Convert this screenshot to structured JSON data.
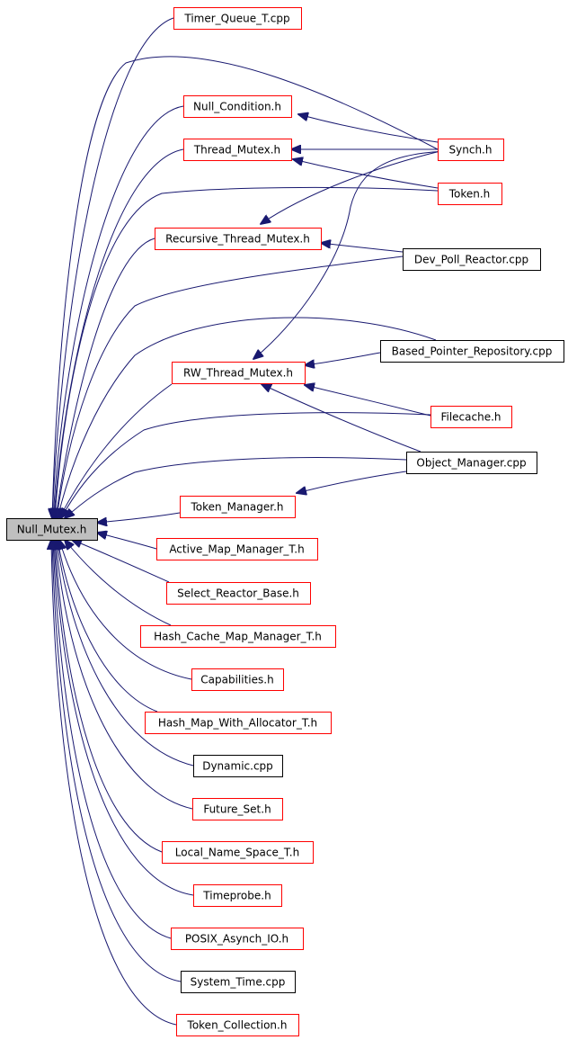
{
  "colors": {
    "edge": "#191970",
    "linked_border": "#ff0000",
    "plain_border": "#000000",
    "root_fill": "#bfbfbf",
    "background": "#ffffff"
  },
  "nodes": [
    {
      "id": "null_mutex",
      "label": "Null_Mutex.h",
      "kind": "root"
    },
    {
      "id": "timer_queue",
      "label": "Timer_Queue_T.cpp",
      "kind": "linked"
    },
    {
      "id": "null_condition",
      "label": "Null_Condition.h",
      "kind": "linked"
    },
    {
      "id": "thread_mutex",
      "label": "Thread_Mutex.h",
      "kind": "linked"
    },
    {
      "id": "recursive_thread_mutex",
      "label": "Recursive_Thread_Mutex.h",
      "kind": "linked"
    },
    {
      "id": "rw_thread_mutex",
      "label": "RW_Thread_Mutex.h",
      "kind": "linked"
    },
    {
      "id": "token_manager",
      "label": "Token_Manager.h",
      "kind": "linked"
    },
    {
      "id": "active_map_manager",
      "label": "Active_Map_Manager_T.h",
      "kind": "linked"
    },
    {
      "id": "select_reactor_base",
      "label": "Select_Reactor_Base.h",
      "kind": "linked"
    },
    {
      "id": "hash_cache_map_manager",
      "label": "Hash_Cache_Map_Manager_T.h",
      "kind": "linked"
    },
    {
      "id": "capabilities",
      "label": "Capabilities.h",
      "kind": "linked"
    },
    {
      "id": "hash_map_with_allocator",
      "label": "Hash_Map_With_Allocator_T.h",
      "kind": "linked"
    },
    {
      "id": "dynamic",
      "label": "Dynamic.cpp",
      "kind": "plain"
    },
    {
      "id": "future_set",
      "label": "Future_Set.h",
      "kind": "linked"
    },
    {
      "id": "local_name_space",
      "label": "Local_Name_Space_T.h",
      "kind": "linked"
    },
    {
      "id": "timeprobe",
      "label": "Timeprobe.h",
      "kind": "linked"
    },
    {
      "id": "posix_asynch_io",
      "label": "POSIX_Asynch_IO.h",
      "kind": "linked"
    },
    {
      "id": "system_time",
      "label": "System_Time.cpp",
      "kind": "plain"
    },
    {
      "id": "token_collection",
      "label": "Token_Collection.h",
      "kind": "linked"
    },
    {
      "id": "synch",
      "label": "Synch.h",
      "kind": "linked"
    },
    {
      "id": "token",
      "label": "Token.h",
      "kind": "linked"
    },
    {
      "id": "dev_poll_reactor",
      "label": "Dev_Poll_Reactor.cpp",
      "kind": "plain"
    },
    {
      "id": "based_pointer_repository",
      "label": "Based_Pointer_Repository.cpp",
      "kind": "plain"
    },
    {
      "id": "filecache",
      "label": "Filecache.h",
      "kind": "linked"
    },
    {
      "id": "object_manager",
      "label": "Object_Manager.cpp",
      "kind": "plain"
    }
  ],
  "edges": [
    {
      "from": "timer_queue",
      "to": "null_mutex"
    },
    {
      "from": "synch",
      "to": "null_mutex"
    },
    {
      "from": "null_condition",
      "to": "null_mutex"
    },
    {
      "from": "thread_mutex",
      "to": "null_mutex"
    },
    {
      "from": "token",
      "to": "null_mutex"
    },
    {
      "from": "recursive_thread_mutex",
      "to": "null_mutex"
    },
    {
      "from": "dev_poll_reactor",
      "to": "null_mutex"
    },
    {
      "from": "based_pointer_repository",
      "to": "null_mutex"
    },
    {
      "from": "rw_thread_mutex",
      "to": "null_mutex"
    },
    {
      "from": "filecache",
      "to": "null_mutex"
    },
    {
      "from": "object_manager",
      "to": "null_mutex"
    },
    {
      "from": "token_manager",
      "to": "null_mutex"
    },
    {
      "from": "active_map_manager",
      "to": "null_mutex"
    },
    {
      "from": "select_reactor_base",
      "to": "null_mutex"
    },
    {
      "from": "hash_cache_map_manager",
      "to": "null_mutex"
    },
    {
      "from": "capabilities",
      "to": "null_mutex"
    },
    {
      "from": "hash_map_with_allocator",
      "to": "null_mutex"
    },
    {
      "from": "dynamic",
      "to": "null_mutex"
    },
    {
      "from": "future_set",
      "to": "null_mutex"
    },
    {
      "from": "local_name_space",
      "to": "null_mutex"
    },
    {
      "from": "timeprobe",
      "to": "null_mutex"
    },
    {
      "from": "posix_asynch_io",
      "to": "null_mutex"
    },
    {
      "from": "system_time",
      "to": "null_mutex"
    },
    {
      "from": "token_collection",
      "to": "null_mutex"
    },
    {
      "from": "synch",
      "to": "null_condition"
    },
    {
      "from": "synch",
      "to": "thread_mutex"
    },
    {
      "from": "token",
      "to": "thread_mutex"
    },
    {
      "from": "synch",
      "to": "recursive_thread_mutex"
    },
    {
      "from": "dev_poll_reactor",
      "to": "recursive_thread_mutex"
    },
    {
      "from": "synch",
      "to": "rw_thread_mutex"
    },
    {
      "from": "based_pointer_repository",
      "to": "rw_thread_mutex"
    },
    {
      "from": "filecache",
      "to": "rw_thread_mutex"
    },
    {
      "from": "object_manager",
      "to": "rw_thread_mutex"
    },
    {
      "from": "object_manager",
      "to": "token_manager"
    }
  ]
}
